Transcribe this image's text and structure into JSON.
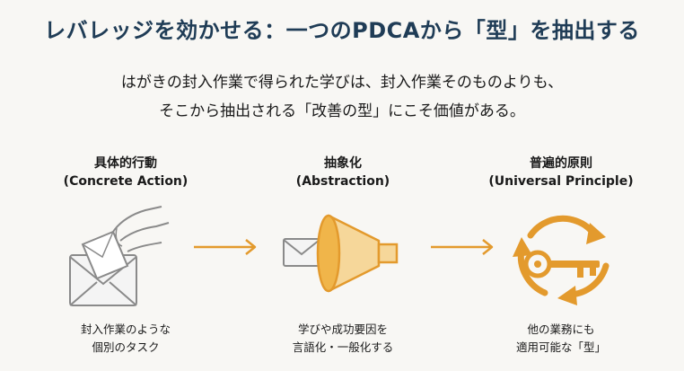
{
  "title": "レバレッジを効かせる：一つのPDCAから「型」を抽出する",
  "intro": {
    "line1": "はがきの封入作業で得られた学びは、封入作業そのものよりも、",
    "line2": "そこから抽出される「改善の型」にこそ価値がある。"
  },
  "steps": [
    {
      "name_ja": "具体的行動",
      "name_en": "(Concrete Action)",
      "icon": "envelope-hand-icon",
      "desc_line1": "封入作業のような",
      "desc_line2": "個別のタスク"
    },
    {
      "name_ja": "抽象化",
      "name_en": "(Abstraction)",
      "icon": "funnel-envelope-icon",
      "desc_line1": "学びや成功要因を",
      "desc_line2": "言語化・一般化する"
    },
    {
      "name_ja": "普遍的原則",
      "name_en": "(Universal Principle)",
      "icon": "key-cycle-icon",
      "desc_line1": "他の業務にも",
      "desc_line2": "適用可能な「型」"
    }
  ],
  "colors": {
    "title": "#1f3c56",
    "accent": "#e39a2d",
    "icon_gray": "#8a8a8a",
    "background": "#f8f7f4"
  }
}
